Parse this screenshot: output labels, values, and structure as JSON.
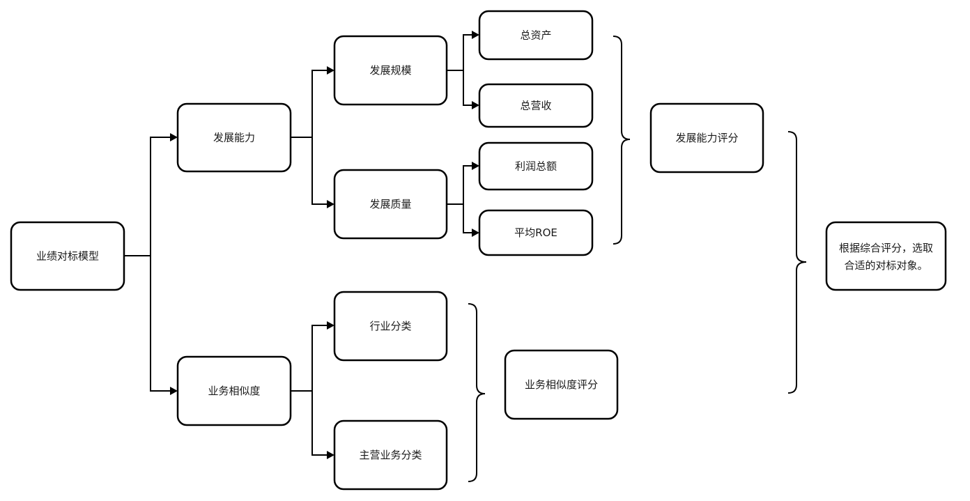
{
  "nodes": {
    "root": "业绩对标模型",
    "dev_ability": "发展能力",
    "biz_similarity": "业务相似度",
    "dev_scale": "发展规模",
    "dev_quality": "发展质量",
    "industry": "行业分类",
    "main_business": "主营业务分类",
    "total_assets": "总资产",
    "total_revenue": "总营收",
    "total_profit": "利润总额",
    "avg_roe": "平均ROE",
    "dev_score": "发展能力评分",
    "similarity_score": "业务相似度评分",
    "conclusion_line1": "根据综合评分，选取",
    "conclusion_line2": "合适的对标对象。"
  }
}
